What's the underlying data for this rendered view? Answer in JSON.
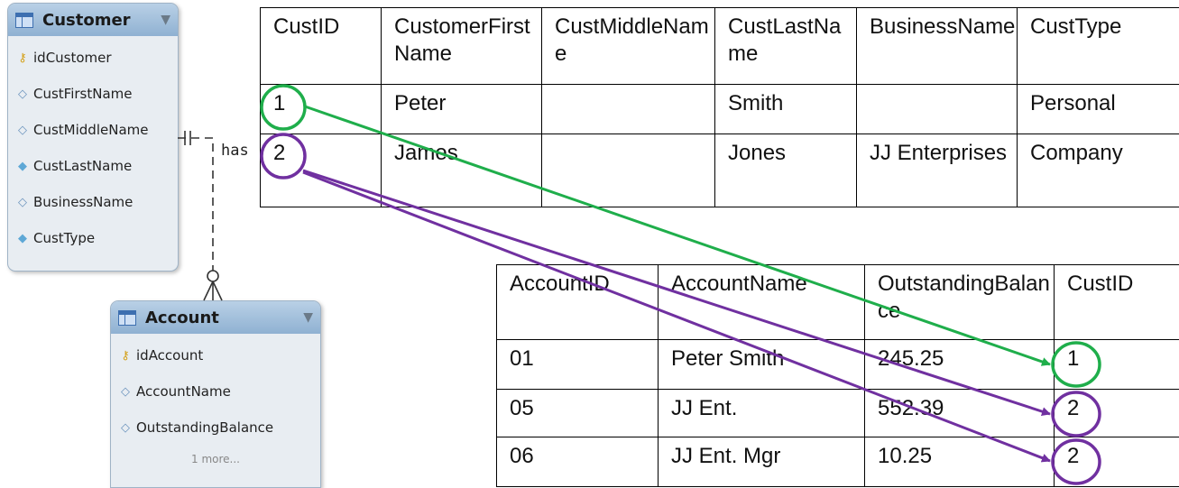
{
  "er_diagram": {
    "customer_entity": {
      "title": "Customer",
      "fields": [
        {
          "name": "idCustomer",
          "icon": "key-icon"
        },
        {
          "name": "CustFirstName",
          "icon": "open-diamond-icon"
        },
        {
          "name": "CustMiddleName",
          "icon": "open-diamond-icon"
        },
        {
          "name": "CustLastName",
          "icon": "filled-diamond-icon"
        },
        {
          "name": "BusinessName",
          "icon": "open-diamond-icon"
        },
        {
          "name": "CustType",
          "icon": "filled-diamond-icon"
        }
      ]
    },
    "account_entity": {
      "title": "Account",
      "fields": [
        {
          "name": "idAccount",
          "icon": "key-icon"
        },
        {
          "name": "AccountName",
          "icon": "open-diamond-icon"
        },
        {
          "name": "OutstandingBalance",
          "icon": "open-diamond-icon"
        }
      ],
      "more": "1 more..."
    },
    "relationship_label": "has"
  },
  "customer_table": {
    "headers": [
      "CustID",
      "CustomerFirstName",
      "CustMiddleName",
      "CustLastName",
      "BusinessName",
      "CustType"
    ],
    "rows": [
      [
        "1",
        "Peter",
        "",
        "Smith",
        "",
        "Personal"
      ],
      [
        "2",
        "James",
        "",
        "Jones",
        "JJ Enterprises",
        "Company"
      ]
    ]
  },
  "account_table": {
    "headers": [
      "AccountID",
      "AccountName",
      "OutstandingBalance",
      "CustID"
    ],
    "rows": [
      [
        "01",
        "Peter Smith",
        "245.25",
        "1"
      ],
      [
        "05",
        "JJ Ent.",
        "552.39",
        "2"
      ],
      [
        "06",
        "JJ Ent. Mgr",
        "10.25",
        "2"
      ]
    ]
  },
  "colors": {
    "link_customer_1": "#1fae4b",
    "link_customer_2": "#7030a0"
  }
}
